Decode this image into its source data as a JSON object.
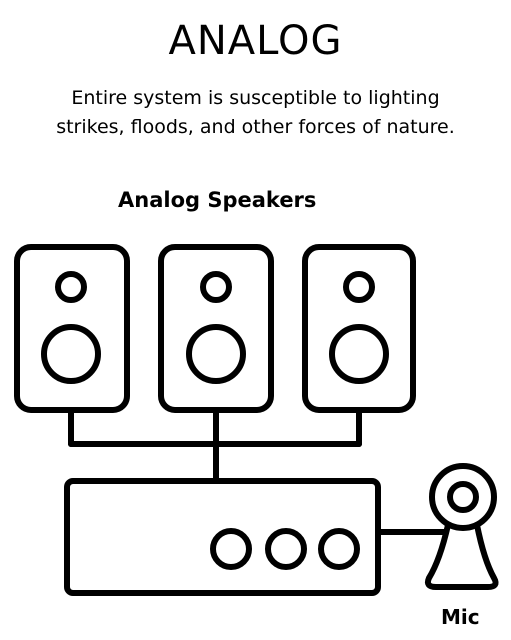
{
  "title": "ANALOG",
  "subtitle_line1": "Entire system is susceptible to lighting",
  "subtitle_line2": "strikes, floods, and other forces of nature.",
  "speakers_label": "Analog Speakers",
  "mic_label": "Mic",
  "line_color": "#000000",
  "background_color": "#ffffff",
  "icons": [
    "speaker-icon",
    "speaker-icon",
    "speaker-icon",
    "amplifier-icon",
    "microphone-icon"
  ]
}
